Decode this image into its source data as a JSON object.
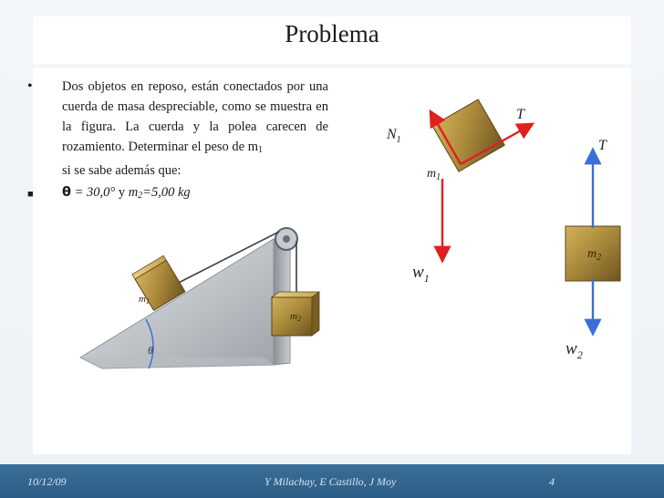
{
  "slide": {
    "title": "Problema",
    "bullet1": {
      "text": "Dos objetos en reposo, están conectados por una cuerda de masa despreciable, como se muestra en la figura. La cuerda y la polea carecen de rozamiento. Determinar el peso de m",
      "sub": "1",
      "tail": "si se sabe además que:"
    },
    "bullet2": {
      "theta": "θ",
      "eq1": " = 30,0°",
      "and": " y ",
      "m": "m",
      "m_sub": "2",
      "eq2": "=5,00 kg"
    }
  },
  "figure": {
    "theta_label": "θ",
    "m1_label": "m",
    "m1_sub": "1",
    "m2_label": "m",
    "m2_sub": "2"
  },
  "fbd": {
    "left": {
      "N": "N",
      "N_sub": "1",
      "T": "T",
      "m": "m",
      "m_sub": "1",
      "w": "w",
      "w_sub": "1"
    },
    "right": {
      "T": "T",
      "m": "m",
      "m_sub": "2",
      "w": "w",
      "w_sub": "2"
    }
  },
  "footer": {
    "date": "10/12/09",
    "authors": "Y Milachay, E Castillo, J Moy",
    "page": "4"
  }
}
